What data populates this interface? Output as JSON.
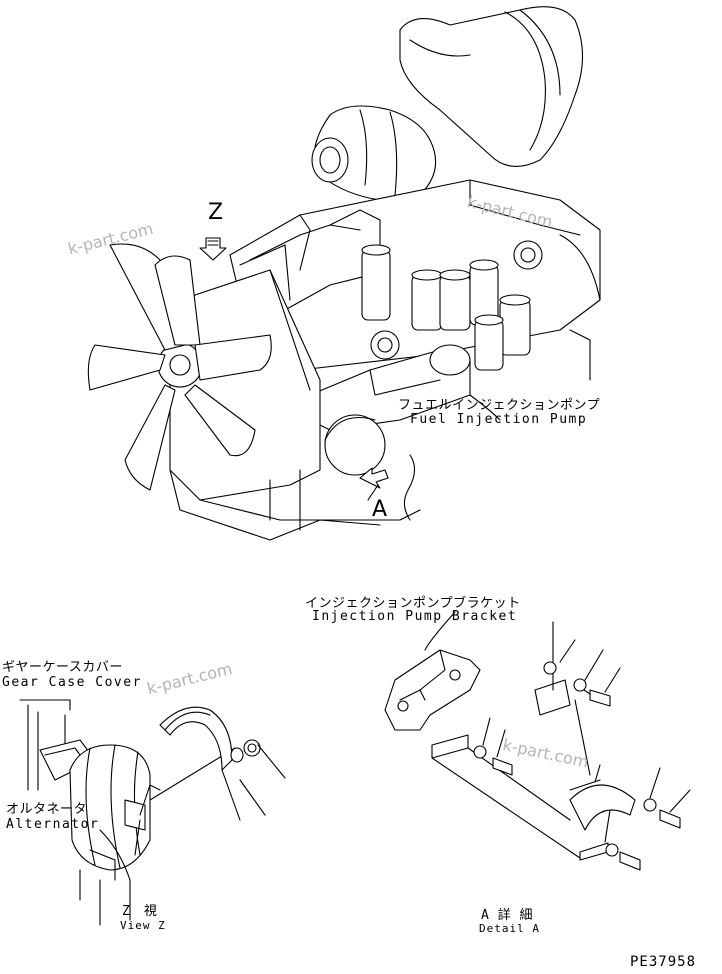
{
  "labels": {
    "z_marker": "Z",
    "a_marker": "A",
    "fuel_pump_jp": "フュエルインジェクションポンプ",
    "fuel_pump_en": "Fuel Injection Pump",
    "bracket_jp": "インジェクションポンプブラケット",
    "bracket_en": "Injection Pump Bracket",
    "gear_case_jp": "ギヤーケースカバー",
    "gear_case_en": "Gear Case Cover",
    "alternator_jp": "オルタネータ",
    "alternator_en": "Alternator",
    "view_z_jp": "Z　視",
    "view_z_en": "View Z",
    "detail_a_jp": "A 詳 細",
    "detail_a_en": "Detail A"
  },
  "watermark": "k-part.com",
  "reference_code": "PE37958"
}
